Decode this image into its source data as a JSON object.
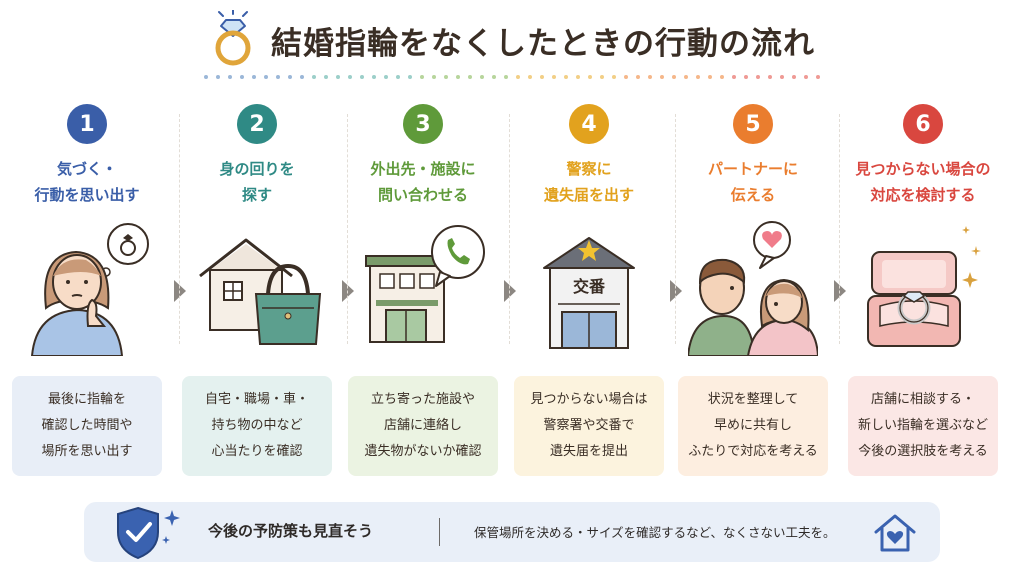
{
  "header": {
    "title": "結婚指輪をなくしたときの行動の流れ",
    "icon": "ring-icon"
  },
  "steps": [
    {
      "number": "1",
      "title": [
        "気づく・",
        "行動を思い出す"
      ],
      "description": [
        "最後に指輪を",
        "確認した時間や",
        "場所を思い出す"
      ],
      "color": "#3a5ea8",
      "bg": "#e8eef7",
      "icon": "thinking-woman-icon"
    },
    {
      "number": "2",
      "title": [
        "身の回りを",
        "探す"
      ],
      "description": [
        "自宅・職場・車・",
        "持ち物の中など",
        "心当たりを確認"
      ],
      "color": "#2f8a85",
      "bg": "#e4f1ef",
      "icon": "house-and-bag-icon"
    },
    {
      "number": "3",
      "title": [
        "外出先・施設に",
        "問い合わせる"
      ],
      "description": [
        "立ち寄った施設や",
        "店舗に連絡し",
        "遺失物がないか確認"
      ],
      "color": "#5f9a3a",
      "bg": "#ebf3e2",
      "icon": "store-phone-icon"
    },
    {
      "number": "4",
      "title": [
        "警察に",
        "遺失届を出す"
      ],
      "description": [
        "見つからない場合は",
        "警察署や交番で",
        "遺失届を提出"
      ],
      "color": "#e2a21e",
      "bg": "#fcf3de",
      "icon": "police-box-icon",
      "sign": "交番"
    },
    {
      "number": "5",
      "title": [
        "パートナーに",
        "伝える"
      ],
      "description": [
        "状況を整理して",
        "早めに共有し",
        "ふたりで対応を考える"
      ],
      "color": "#ea7d2e",
      "bg": "#fdeee0",
      "icon": "couple-talking-icon"
    },
    {
      "number": "6",
      "title": [
        "見つからない場合の",
        "対応を検討する"
      ],
      "description": [
        "店舗に相談する・",
        "新しい指輪を選ぶなど",
        "今後の選択肢を考える"
      ],
      "color": "#d9473f",
      "bg": "#fbe7e5",
      "icon": "ring-box-icon"
    }
  ],
  "footer": {
    "title": "今後の予防策も見直そう",
    "text": "保管場所を決める・サイズを確認するなど、なくさない工夫を。",
    "shield_icon": "shield-check-icon",
    "home_icon": "home-heart-icon"
  }
}
